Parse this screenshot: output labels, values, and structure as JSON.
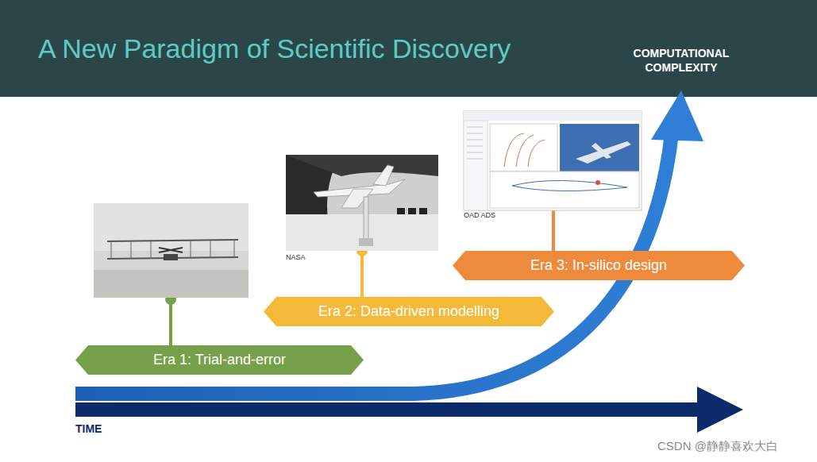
{
  "diagram": {
    "title": "A New Paradigm of Scientific Discovery",
    "nodes": [
      {
        "text": [
          "Era 3: In-silico design"
        ]
      },
      {
        "text": [
          "Era 2: Data-driven modelling"
        ]
      },
      {
        "text": [
          "Era 1: Trial-and-error"
        ]
      }
    ],
    "edges": [],
    "labels": [
      "COMPUTATIONAL COMPLEXITY",
      "NASA",
      "OAD ADS",
      "TIME",
      "CSDN @静静喜欢大白"
    ]
  }
}
